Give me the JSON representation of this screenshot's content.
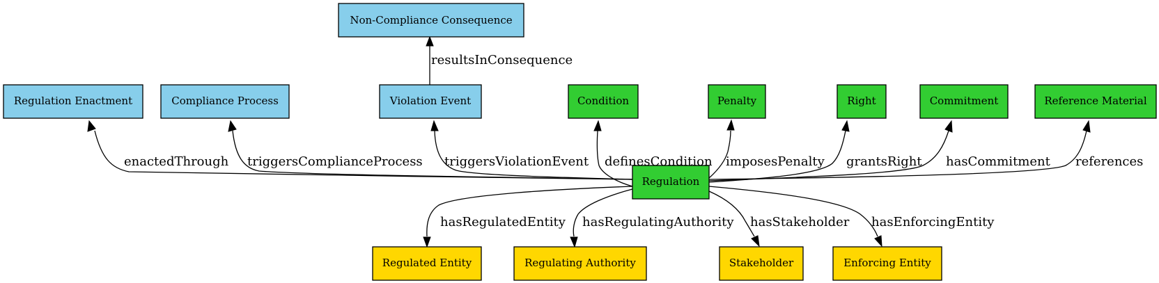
{
  "colors": {
    "blue": "#87ceeb",
    "green": "#32cd32",
    "yellow": "#ffd700",
    "stroke": "#000000"
  },
  "nodes": {
    "non_compliance_consequence": {
      "label": "Non-Compliance Consequence",
      "color": "#87ceeb"
    },
    "regulation_enactment": {
      "label": "Regulation Enactment",
      "color": "#87ceeb"
    },
    "compliance_process": {
      "label": "Compliance Process",
      "color": "#87ceeb"
    },
    "violation_event": {
      "label": "Violation Event",
      "color": "#87ceeb"
    },
    "condition": {
      "label": "Condition",
      "color": "#32cd32"
    },
    "penalty": {
      "label": "Penalty",
      "color": "#32cd32"
    },
    "right": {
      "label": "Right",
      "color": "#32cd32"
    },
    "commitment": {
      "label": "Commitment",
      "color": "#32cd32"
    },
    "reference_material": {
      "label": "Reference Material",
      "color": "#32cd32"
    },
    "regulation": {
      "label": "Regulation",
      "color": "#32cd32"
    },
    "regulated_entity": {
      "label": "Regulated Entity",
      "color": "#ffd700"
    },
    "regulating_authority": {
      "label": "Regulating Authority",
      "color": "#ffd700"
    },
    "stakeholder": {
      "label": "Stakeholder",
      "color": "#ffd700"
    },
    "enforcing_entity": {
      "label": "Enforcing Entity",
      "color": "#ffd700"
    }
  },
  "edges": {
    "results_in_consequence": "resultsInConsequence",
    "enacted_through": "enactedThrough",
    "triggers_compliance_process": "triggersComplianceProcess",
    "triggers_violation_event": "triggersViolationEvent",
    "defines_condition": "definesCondition",
    "imposes_penalty": "imposesPenalty",
    "grants_right": "grantsRight",
    "has_commitment": "hasCommitment",
    "references": "references",
    "has_regulated_entity": "hasRegulatedEntity",
    "has_regulating_authority": "hasRegulatingAuthority",
    "has_stakeholder": "hasStakeholder",
    "has_enforcing_entity": "hasEnforcingEntity"
  }
}
